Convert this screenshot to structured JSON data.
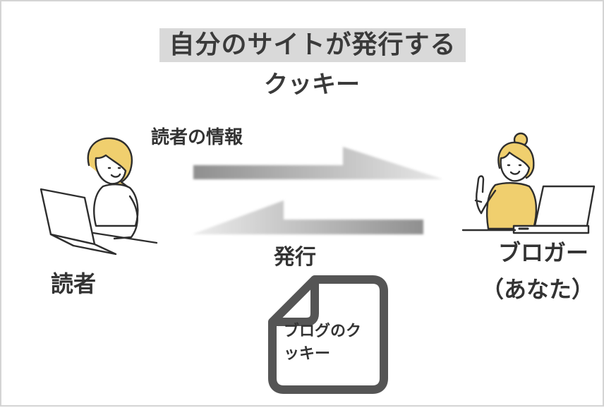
{
  "title": {
    "line1": "自分のサイトが発行する",
    "line2": "クッキー"
  },
  "labels": {
    "reader_info": "読者の情報",
    "issue": "発行",
    "reader": "読者",
    "blogger": "ブロガー",
    "blogger_sub": "（あなた）"
  },
  "document": {
    "text": "ブログのクッキー"
  },
  "colors": {
    "title_highlight": "#d9d9d9",
    "accent_yellow": "#f0cf6e",
    "line": "#2e2e2e",
    "doc_stroke": "#555555"
  }
}
